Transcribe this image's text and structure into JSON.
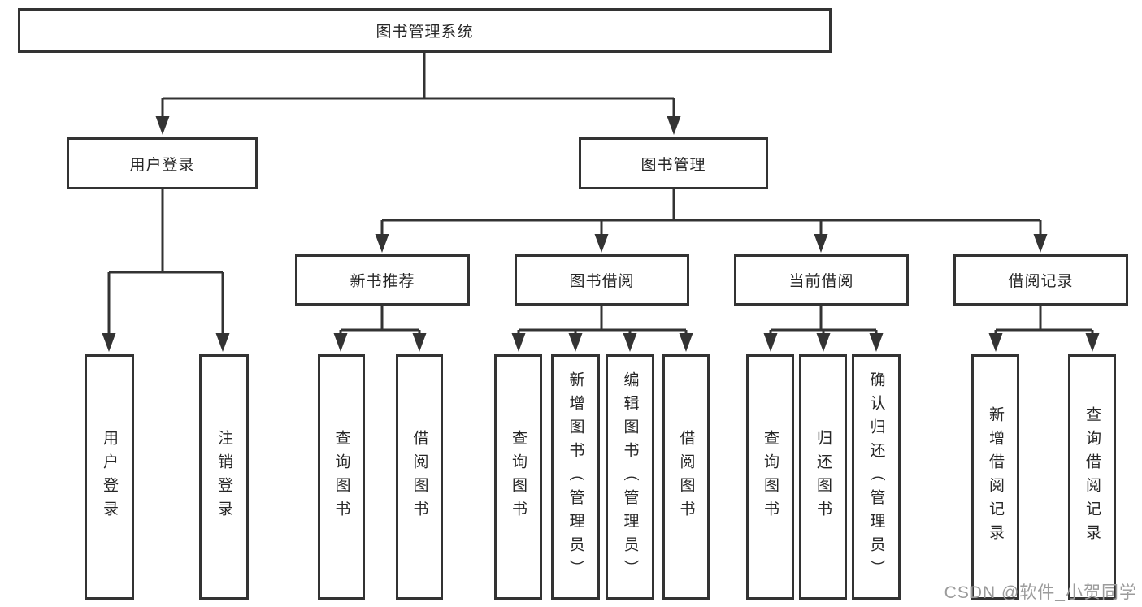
{
  "tree": {
    "root": {
      "label": "图书管理系统",
      "children": [
        {
          "label": "用户登录",
          "children": [
            {
              "label": "用户登录"
            },
            {
              "label": "注销登录"
            }
          ]
        },
        {
          "label": "图书管理",
          "children": [
            {
              "label": "新书推荐",
              "children": [
                {
                  "label": "查询图书"
                },
                {
                  "label": "借阅图书"
                }
              ]
            },
            {
              "label": "图书借阅",
              "children": [
                {
                  "label": "查询图书"
                },
                {
                  "label": "新增图书（管理员）"
                },
                {
                  "label": "编辑图书（管理员）"
                },
                {
                  "label": "借阅图书"
                }
              ]
            },
            {
              "label": "当前借阅",
              "children": [
                {
                  "label": "查询图书"
                },
                {
                  "label": "归还图书"
                },
                {
                  "label": "确认归还（管理员）"
                }
              ]
            },
            {
              "label": "借阅记录",
              "children": [
                {
                  "label": "新增借阅记录"
                },
                {
                  "label": "查询借阅记录"
                }
              ]
            }
          ]
        }
      ]
    }
  },
  "watermark": {
    "text": "CSDN @软件_小贺同学"
  },
  "colors": {
    "line": "#333333",
    "box_border": "#333333",
    "box_background": "#ffffff",
    "text": "#262626",
    "watermark": "#9b9b9b",
    "page_background": "#ffffff"
  }
}
